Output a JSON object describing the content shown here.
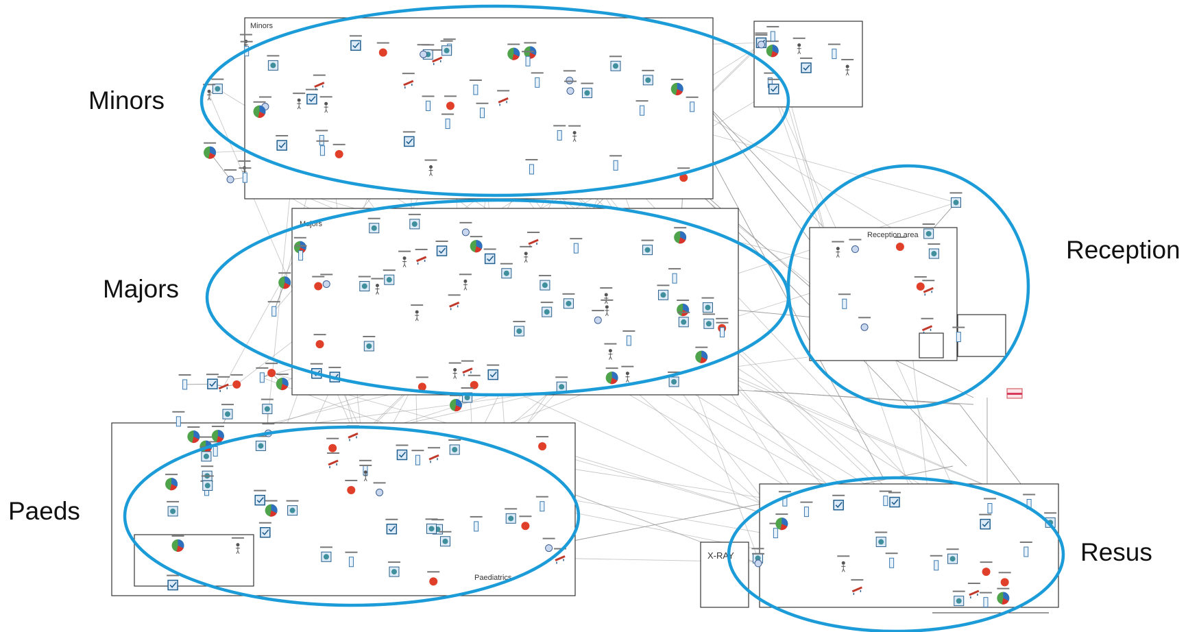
{
  "areas": [
    {
      "id": "minors",
      "label": "Minors",
      "panel_title": "Minors"
    },
    {
      "id": "majors",
      "label": "Majors",
      "panel_title": "Majors"
    },
    {
      "id": "paeds",
      "label": "Paeds",
      "panel_title": "Paediatrics"
    },
    {
      "id": "reception",
      "label": "Reception",
      "panel_title": "Reception area"
    },
    {
      "id": "resus",
      "label": "Resus",
      "panel_title": ""
    }
  ],
  "xray_label": "X-RAY",
  "colors": {
    "ellipse": "#1b9bd7",
    "panel_border": "#333333",
    "link": "#9a9a9a",
    "background": "#ffffff"
  },
  "icon_kinds": [
    "checklist-icon",
    "queue-icon",
    "activity-icon",
    "pie-chart-icon",
    "stop-icon",
    "person-icon",
    "bed-icon",
    "ambulance-icon",
    "chart-icon"
  ]
}
